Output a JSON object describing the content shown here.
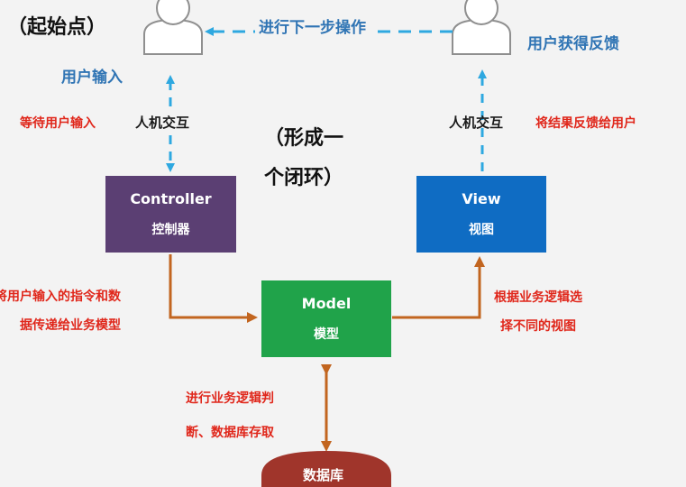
{
  "start_label": "（起始点）",
  "loop_label": "（形成一\n个闭环）",
  "user_input": "用户输入",
  "next_step": "进行下一步操作",
  "user_feedback": "用户获得反馈",
  "hci_left": "人机交互",
  "hci_right": "人机交互",
  "wait_input": "等待用户输入",
  "feedback_to_user": "将结果反馈给用户",
  "controller": {
    "title": "Controller",
    "subtitle": "控制器"
  },
  "view": {
    "title": "View",
    "subtitle": "视图"
  },
  "model": {
    "title": "Model",
    "subtitle": "模型"
  },
  "database": {
    "title": "数据库"
  },
  "pass_to_model": "将用户输入的指令和数\n据传递给业务模型",
  "select_view": "根据业务逻辑选\n择不同的视图",
  "business_logic": "进行业务逻辑判\n断、数据库存取",
  "colors": {
    "controller": "#5b3f73",
    "view": "#0f6cc3",
    "model": "#20a34a",
    "database": "#a0352b",
    "arrow_orange": "#c2651f",
    "arrow_blue": "#2ea8e0"
  }
}
